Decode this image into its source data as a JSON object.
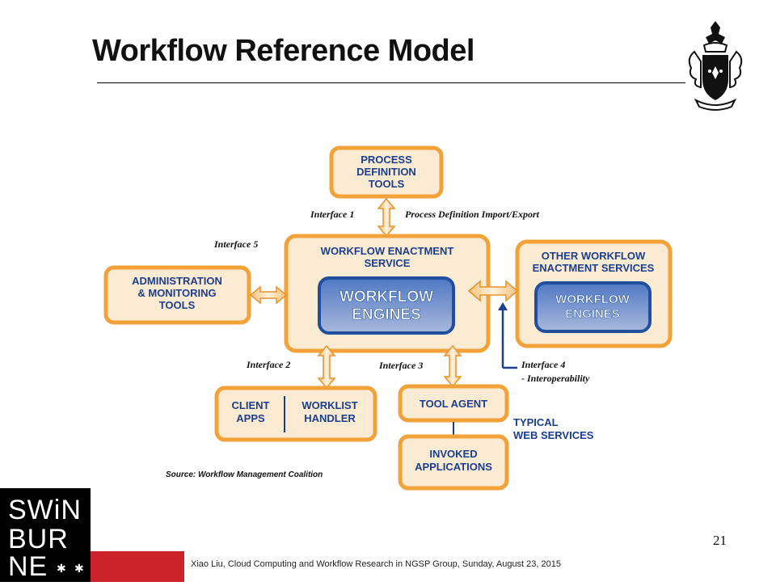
{
  "slide": {
    "title": "Workflow Reference Model",
    "page_number": "21",
    "footer": "Xiao Liu, Cloud Computing and Workflow Research in NGSP Group, Sunday, August 23, 2015"
  },
  "logo": {
    "line1": "SWiNBUR",
    "line2": "NE"
  },
  "diagram": {
    "process_definition": [
      "PROCESS",
      "DEFINITION",
      "TOOLS"
    ],
    "enactment_service": [
      "WORKFLOW ENACTMENT",
      "SERVICE"
    ],
    "engines": [
      "WORKFLOW",
      "ENGINES"
    ],
    "admin_tools": [
      "ADMINISTRATION",
      "& MONITORING",
      "TOOLS"
    ],
    "other_services": [
      "OTHER WORKFLOW",
      "ENACTMENT SERVICES"
    ],
    "other_engines": [
      "WORKFLOW",
      "ENGINES"
    ],
    "client_apps": [
      "CLIENT",
      "APPS"
    ],
    "worklist_handler": [
      "WORKLIST",
      "HANDLER"
    ],
    "tool_agent": "TOOL AGENT",
    "invoked_apps": [
      "INVOKED",
      "APPLICATIONS"
    ],
    "interface1": "Interface 1",
    "interface1_desc": "Process Definition Import/Export",
    "interface2": "Interface 2",
    "interface3": "Interface 3",
    "interface4": "Interface 4",
    "interface4_desc": "- Interoperability",
    "interface5": "Interface 5",
    "typical_web": [
      "TYPICAL",
      "WEB SERVICES"
    ],
    "source": "Source: Workflow Management Coalition"
  },
  "colors": {
    "box_border": "#f3a23a",
    "box_fill": "#fcebd3",
    "engine_border": "#1f4f9e",
    "engine_fill": "#a9b8dc",
    "text_blue": "#1b3e8e",
    "accent_red": "#cc2229",
    "arrow_line": "#1b3e8e"
  }
}
